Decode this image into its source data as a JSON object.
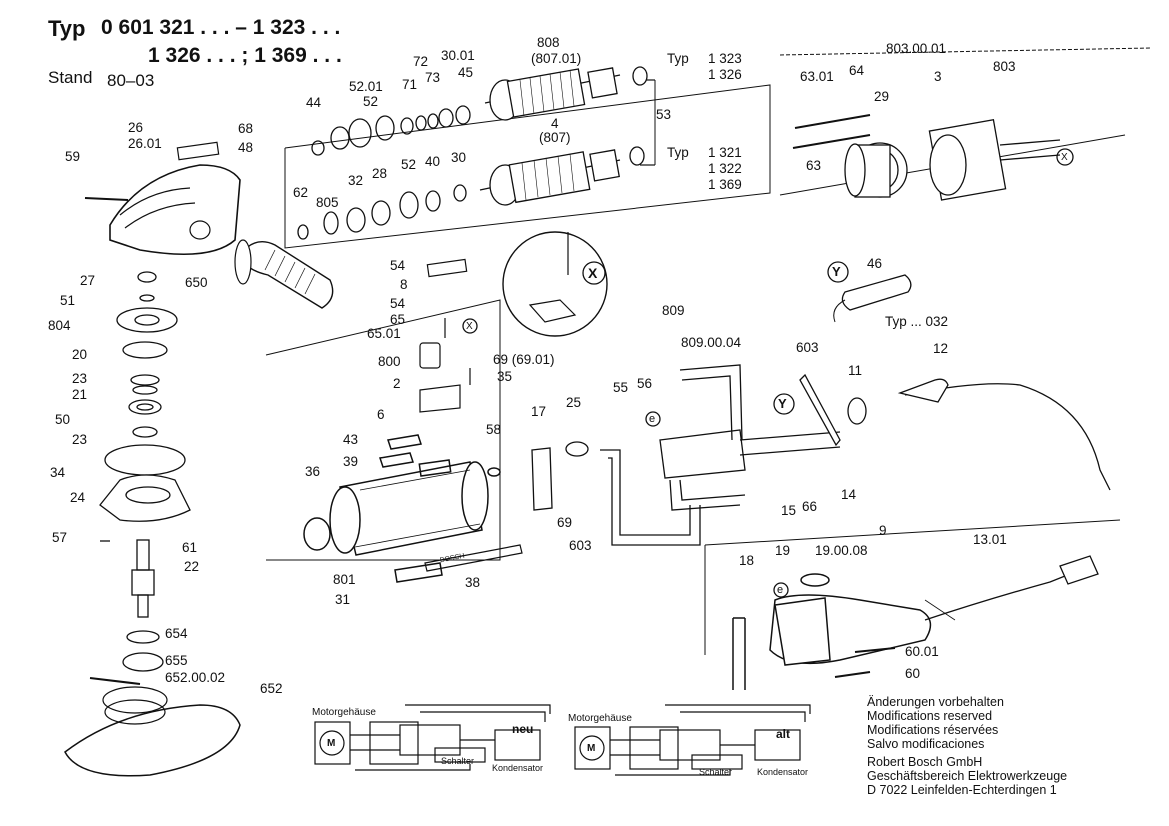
{
  "header": {
    "typ_label": "Typ",
    "typ_line1": "0 601 321 . . . – 1 323 . . .",
    "typ_line2": "1 326 . . . ; 1 369 . . .",
    "stand_label": "Stand",
    "stand_value": "80–03"
  },
  "part_labels": {
    "p68": "68",
    "p26": "26",
    "p26_01": "26.01",
    "p48": "48",
    "p59": "59",
    "p27": "27",
    "p51": "51",
    "p804": "804",
    "p20": "20",
    "p23a": "23",
    "p21": "21",
    "p50": "50",
    "p23b": "23",
    "p34": "34",
    "p24": "24",
    "p57": "57",
    "p61": "61",
    "p22": "22",
    "p654": "654",
    "p655": "655",
    "p652_00_02": "652.00.02",
    "p652": "652",
    "p650": "650",
    "p44": "44",
    "p52_01": "52.01",
    "p52a": "52",
    "p71": "71",
    "p72": "72",
    "p73": "73",
    "p30_01": "30.01",
    "p45": "45",
    "p808": "808",
    "p807_01": "(807.01)",
    "p32": "32",
    "p28": "28",
    "p52b": "52",
    "p40": "40",
    "p30": "30",
    "p62": "62",
    "p805": "805",
    "p4": "4",
    "p807": "(807)",
    "p53": "53",
    "typ_a": "Typ",
    "typ_a_1": "1 323",
    "typ_a_2": "1 326",
    "typ_b": "Typ",
    "typ_b_1": "1 321",
    "typ_b_2": "1 322",
    "typ_b_3": "1 369",
    "p803_00_01": "803.00.01",
    "p63_01": "63.01",
    "p64": "64",
    "p3": "3",
    "p803": "803",
    "p29": "29",
    "p63": "63",
    "x_a": "X",
    "x_b": "X",
    "x_c": "X",
    "p54a": "54",
    "p8": "8",
    "p54b": "54",
    "p65": "65",
    "p65_01": "65.01",
    "p800": "800",
    "p69_69_01": "69 (69.01)",
    "p35": "35",
    "p2": "2",
    "p6": "6",
    "p43": "43",
    "p39": "39",
    "p58": "58",
    "p36": "36",
    "p801": "801",
    "p31": "31",
    "p38": "38",
    "y_a": "Y",
    "p46": "46",
    "typ_032": "Typ ... 032",
    "p809": "809",
    "p809_00_04": "809.00.04",
    "p603a": "603",
    "p12": "12",
    "p11": "11",
    "p55": "55",
    "p56": "56",
    "y_b": "Y",
    "p17": "17",
    "p25": "25",
    "p15": "15",
    "p66": "66",
    "p14": "14",
    "p69": "69",
    "p603b": "603",
    "p9": "9",
    "p19": "19",
    "p19_00_08": "19.00.08",
    "p13_01": "13.01",
    "p18": "18",
    "e_a": "e",
    "e_b": "e",
    "p60_01": "60.01",
    "p60": "60"
  },
  "schematics": {
    "left": {
      "motor_housing": "Motorgehäuse",
      "motor": "M",
      "switch": "Schalter",
      "capacitor": "Kondensator",
      "tag": "neu"
    },
    "right": {
      "motor_housing": "Motorgehäuse",
      "motor": "M",
      "switch": "Schalter",
      "capacitor": "Kondensator",
      "tag": "alt"
    }
  },
  "footer": {
    "notes": [
      "Änderungen vorbehalten",
      "Modifications reserved",
      "Modifications réservées",
      "Salvo modificaciones"
    ],
    "company": [
      "Robert Bosch GmbH",
      "Geschäftsbereich Elektrowerkzeuge",
      "D 7022 Leinfelden-Echterdingen 1"
    ]
  },
  "stamps": {
    "housing_brand": "BOSCH"
  }
}
